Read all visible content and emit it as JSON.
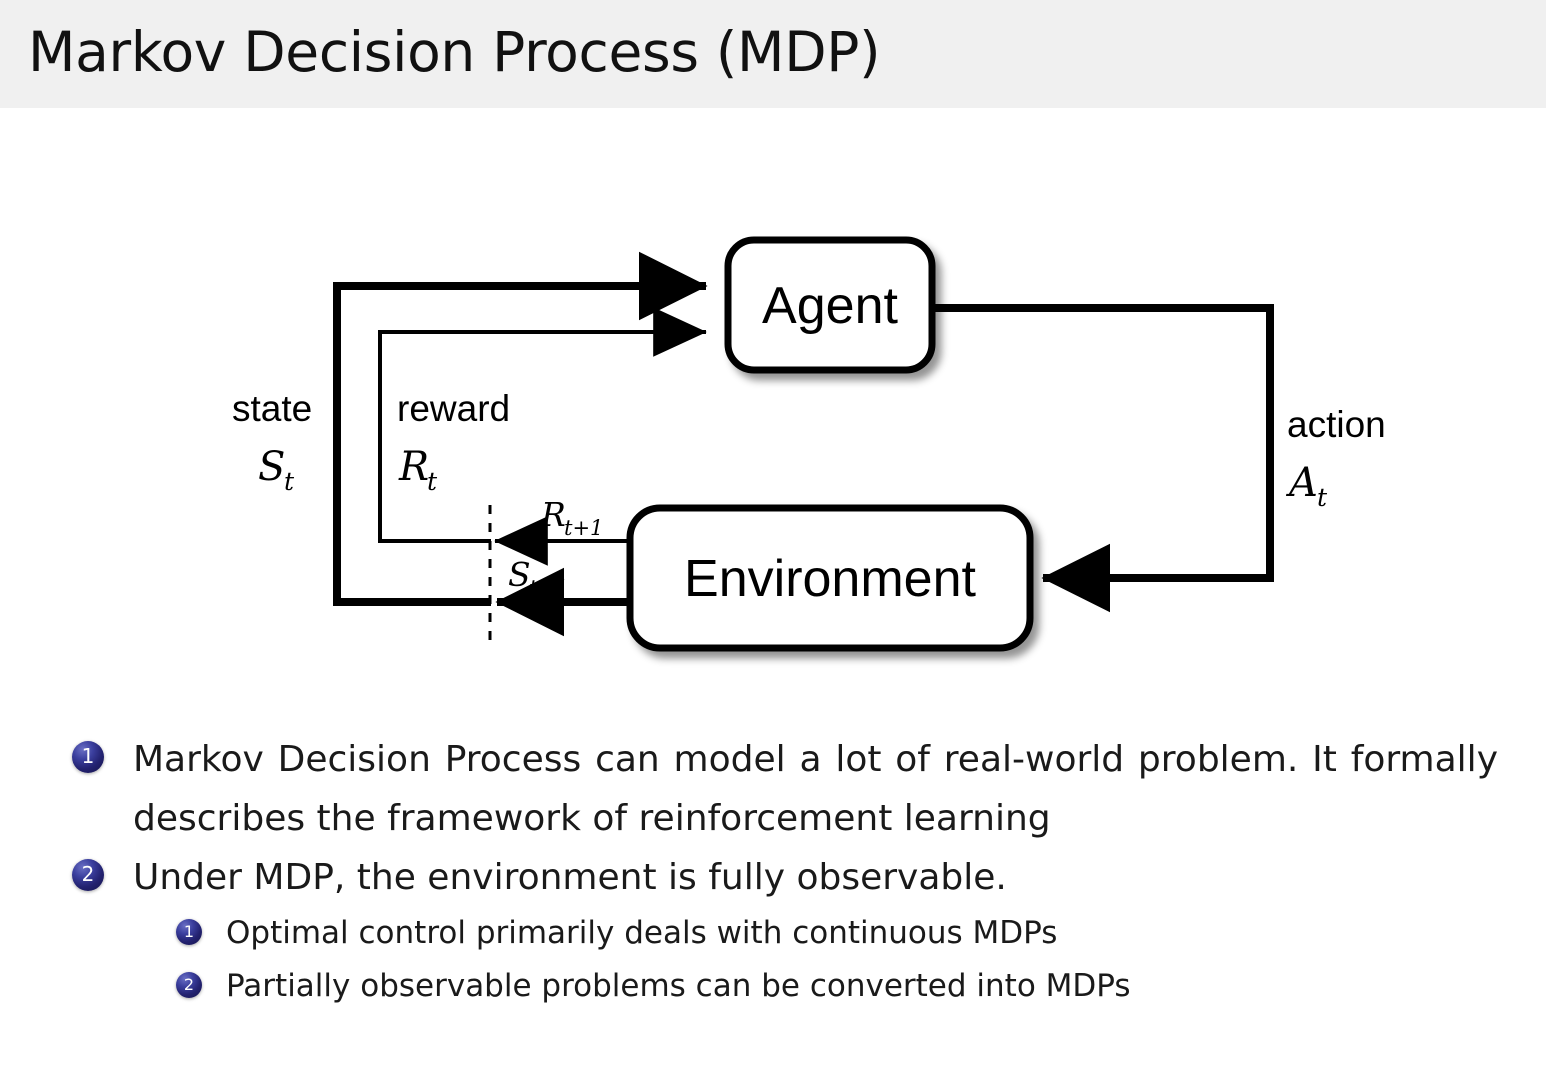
{
  "header": {
    "title": "Markov Decision Process (MDP)",
    "bar_color": "#f0f0f0"
  },
  "diagram": {
    "name": "agent-environment-interaction-loop",
    "nodes": [
      {
        "id": "agent",
        "label": "Agent"
      },
      {
        "id": "environment",
        "label": "Environment"
      }
    ],
    "edge_labels": {
      "state_word": "state",
      "state_symbol": "S",
      "state_symbol_sub": "t",
      "reward_word": "reward",
      "reward_symbol": "R",
      "reward_symbol_sub": "t",
      "action_word": "action",
      "action_symbol": "A",
      "action_symbol_sub": "t",
      "next_reward_symbol": "R",
      "next_reward_sub": "t+1",
      "next_state_symbol": "S",
      "next_state_sub": "t+1"
    },
    "stroke_color": "#000000",
    "fill_color": "#ffffff"
  },
  "bullets": {
    "badge_color": "#232270",
    "items": [
      {
        "number": "1",
        "level": 1,
        "text": "Markov Decision Process can model a lot of real-world problem. It formally describes the framework of reinforcement learning"
      },
      {
        "number": "2",
        "level": 1,
        "text": "Under MDP, the environment is fully observable."
      },
      {
        "number": "1",
        "level": 2,
        "text": "Optimal control primarily deals with continuous MDPs"
      },
      {
        "number": "2",
        "level": 2,
        "text": "Partially observable problems can be converted into MDPs"
      }
    ]
  }
}
